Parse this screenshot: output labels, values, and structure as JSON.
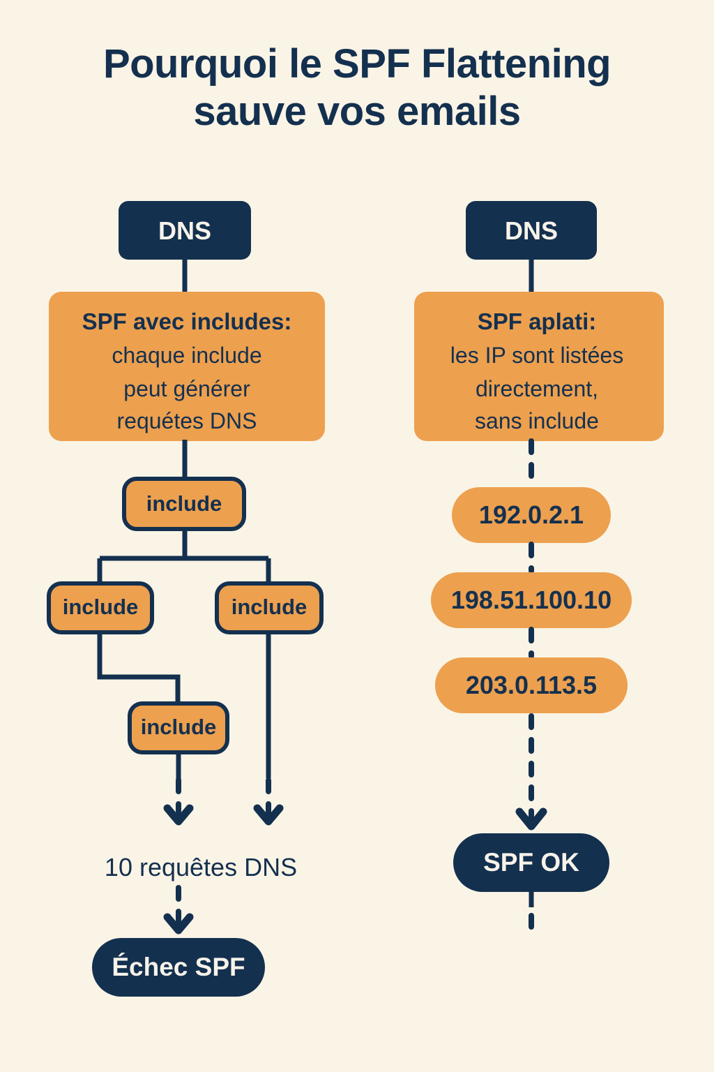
{
  "title": "Pourquoi le SPF Flattening\nsauve vos emails",
  "colors": {
    "background": "#faf4e6",
    "navy": "#14304f",
    "orange": "#eda04e",
    "light_text": "#f7f3ea"
  },
  "diagram": {
    "type": "flowchart",
    "columns": [
      {
        "id": "left",
        "name": "spf-with-includes",
        "header": "DNS",
        "description": {
          "heading": "SPF avec includes:",
          "lines": [
            "chaque include",
            "peut générer",
            "requétes DNS"
          ]
        },
        "nodes": [
          {
            "label": "include",
            "level": 1
          },
          {
            "label": "include",
            "level": 2
          },
          {
            "label": "include",
            "level": 2
          },
          {
            "label": "include",
            "level": 3
          }
        ],
        "annotation": "10 requêtes DNS",
        "result": "Échec SPF",
        "result_tone": "failure"
      },
      {
        "id": "right",
        "name": "spf-flattened",
        "header": "DNS",
        "description": {
          "heading": "SPF aplati:",
          "lines": [
            "les IP sont listées",
            "directement,",
            "sans include"
          ]
        },
        "nodes": [
          {
            "label": "192.0.2.1"
          },
          {
            "label": "198.51.100.10"
          },
          {
            "label": "203.0.113.5"
          }
        ],
        "result": "SPF OK",
        "result_tone": "success"
      }
    ]
  }
}
